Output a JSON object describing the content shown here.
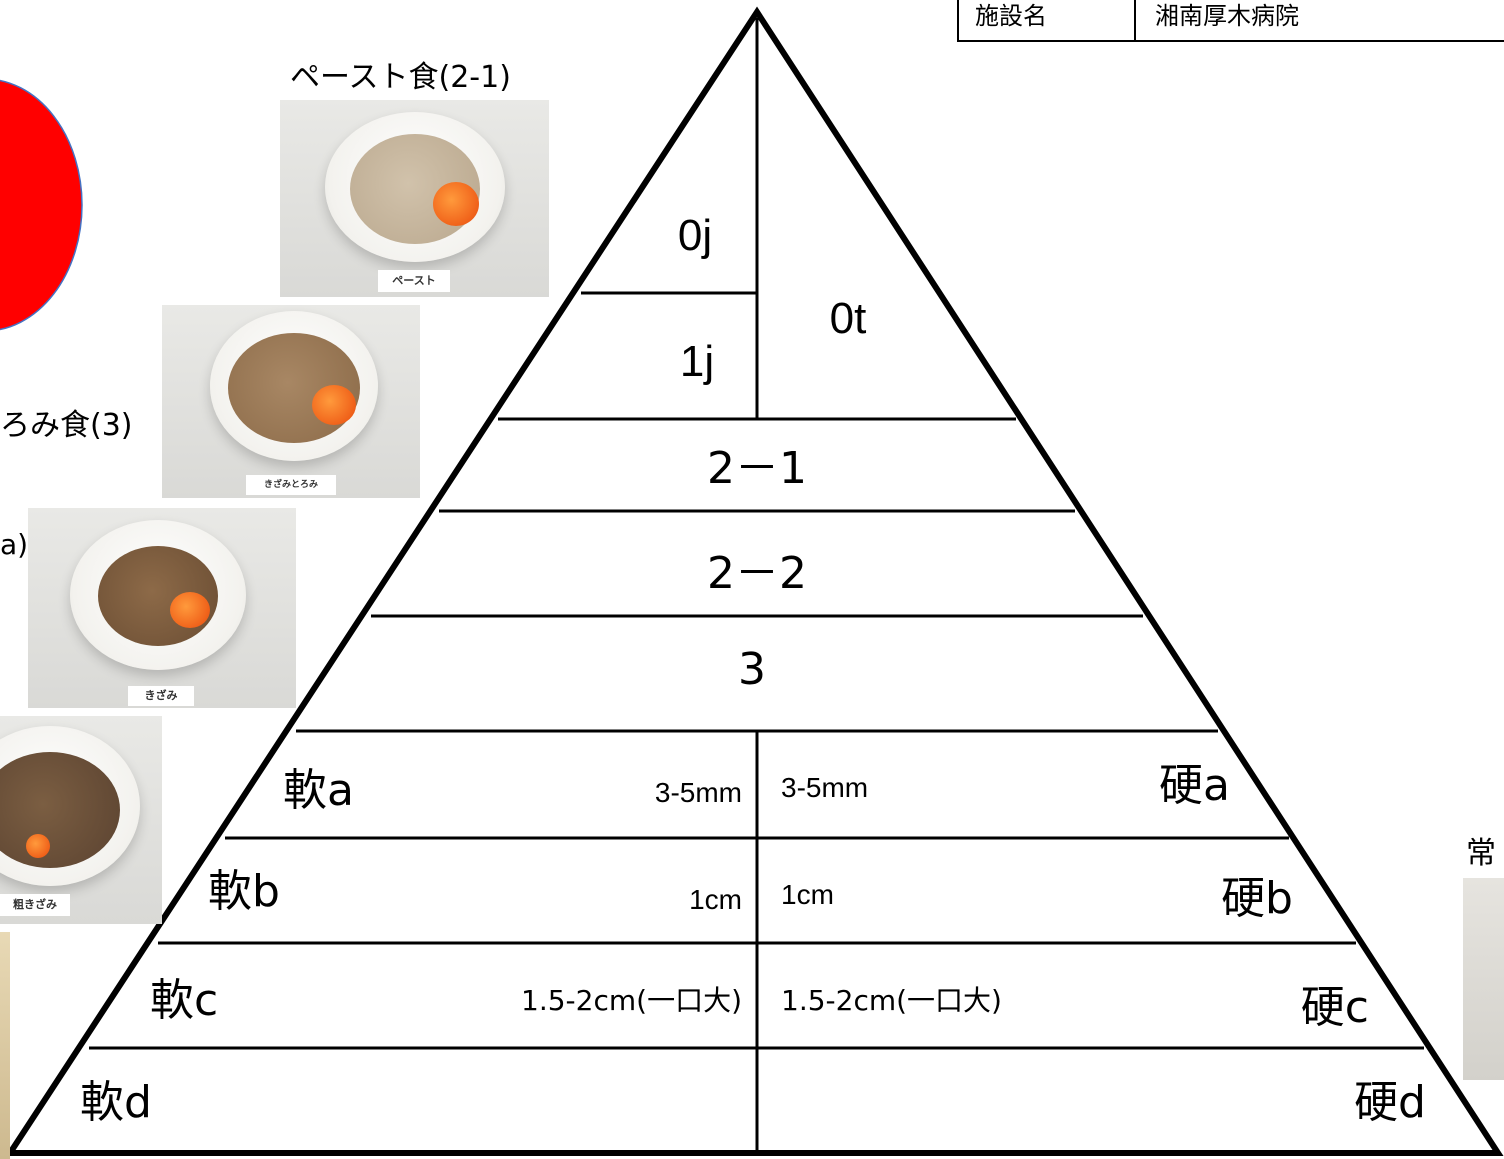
{
  "header_table": {
    "label": "施設名",
    "value": "湘南厚木病院"
  },
  "pyramid": {
    "top_left": [
      "0j",
      "1j"
    ],
    "top_right": "0t",
    "middle_rows": [
      "2－1",
      "2－2",
      "3"
    ],
    "split_rows": [
      {
        "left_label": "軟a",
        "left_size": "3-5mm",
        "right_size": "3-5mm",
        "right_label": "硬a"
      },
      {
        "left_label": "軟b",
        "left_size": "1cm",
        "right_size": "1cm",
        "right_label": "硬b"
      },
      {
        "left_label": "軟c",
        "left_size": "1.5-2cm(一口大)",
        "right_size": "1.5-2cm(一口大)",
        "right_label": "硬c"
      },
      {
        "left_label": "軟d",
        "left_size": "",
        "right_size": "",
        "right_label": "硬d"
      }
    ]
  },
  "photos": [
    {
      "caption": "ペースト食(2-1)",
      "plate_label": "ペースト",
      "food_color": "#c4b39a"
    },
    {
      "caption": "ろみ食(3)",
      "plate_label": "きざみとろみ",
      "food_color": "#9c7a55"
    },
    {
      "caption": "a)",
      "plate_label": "きざみ",
      "food_color": "#7a5a3c"
    },
    {
      "caption": "",
      "plate_label": "粗きざみ",
      "food_color": "#6b5139"
    }
  ],
  "right_caption": "常",
  "colors": {
    "red_shape": "#ff0000",
    "red_outline": "#4472c4"
  }
}
